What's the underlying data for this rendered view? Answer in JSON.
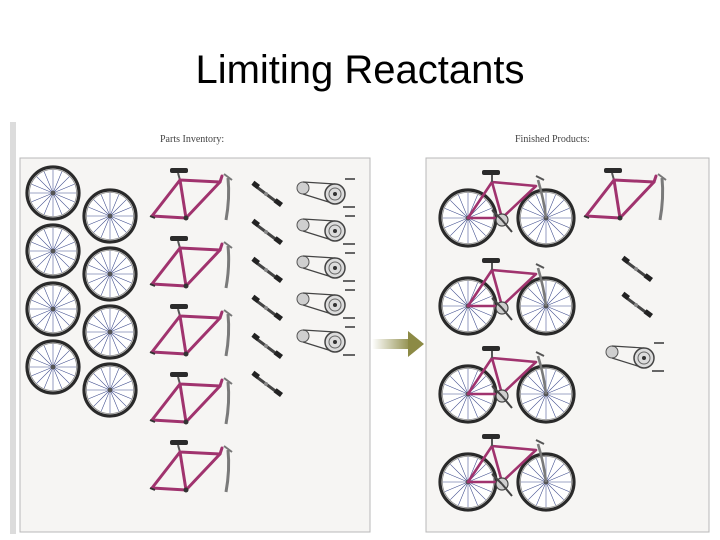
{
  "title": "Limiting Reactants",
  "panels": {
    "inventory": {
      "label": "Parts Inventory:",
      "wheel_count": 8,
      "frame_count": 5,
      "pedal_count": 6,
      "gear_count": 5
    },
    "products": {
      "label": "Finished Products:",
      "bicycle_count": 4,
      "leftover_frame_count": 1,
      "leftover_pedal_count": 2,
      "leftover_gear_count": 1
    }
  },
  "colors": {
    "frame": "#a0336e",
    "wheel_rim": "#2a2a2a",
    "spokes": "#3c4a8c",
    "fork": "#7a7a7a",
    "arrow": "#8c8a45",
    "panel_border": "#b8b8b8",
    "panel_bg": "#f6f5f3"
  },
  "icons": {
    "wheel": "bicycle-wheel-icon",
    "frame": "bicycle-frame-icon",
    "pedal": "pedal-icon",
    "gear": "gear-set-icon",
    "bike": "bicycle-icon",
    "arrow": "reaction-arrow-icon"
  }
}
